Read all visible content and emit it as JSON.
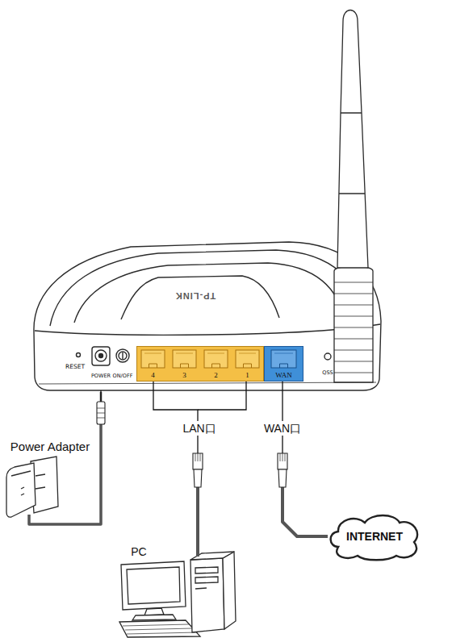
{
  "diagram": {
    "nodes": [
      {
        "text": [
          "TP-LINK"
        ]
      },
      {
        "text": [
          "LAN口"
        ],
        "in": 0
      },
      {
        "text": [
          "4"
        ],
        "in": 1
      },
      {
        "text": [
          "3"
        ],
        "in": 1
      },
      {
        "text": [
          "2"
        ],
        "in": 1
      },
      {
        "text": [
          "1"
        ],
        "in": 1
      },
      {
        "text": [
          "WAN",
          "WAN口"
        ],
        "in": 0
      },
      {
        "text": [
          "Power Adapter"
        ]
      },
      {
        "text": [
          "PC"
        ]
      },
      {
        "text": [
          "INTERNET"
        ]
      }
    ],
    "edges": [
      {
        "from": 7,
        "to": 0,
        "arrow": "none"
      },
      {
        "from": 8,
        "to": 1,
        "arrow": "none"
      },
      {
        "from": 9,
        "to": 6,
        "arrow": "none"
      }
    ],
    "labels": [
      "RESET",
      "POWER",
      "ON/OFF",
      "QSS"
    ]
  }
}
